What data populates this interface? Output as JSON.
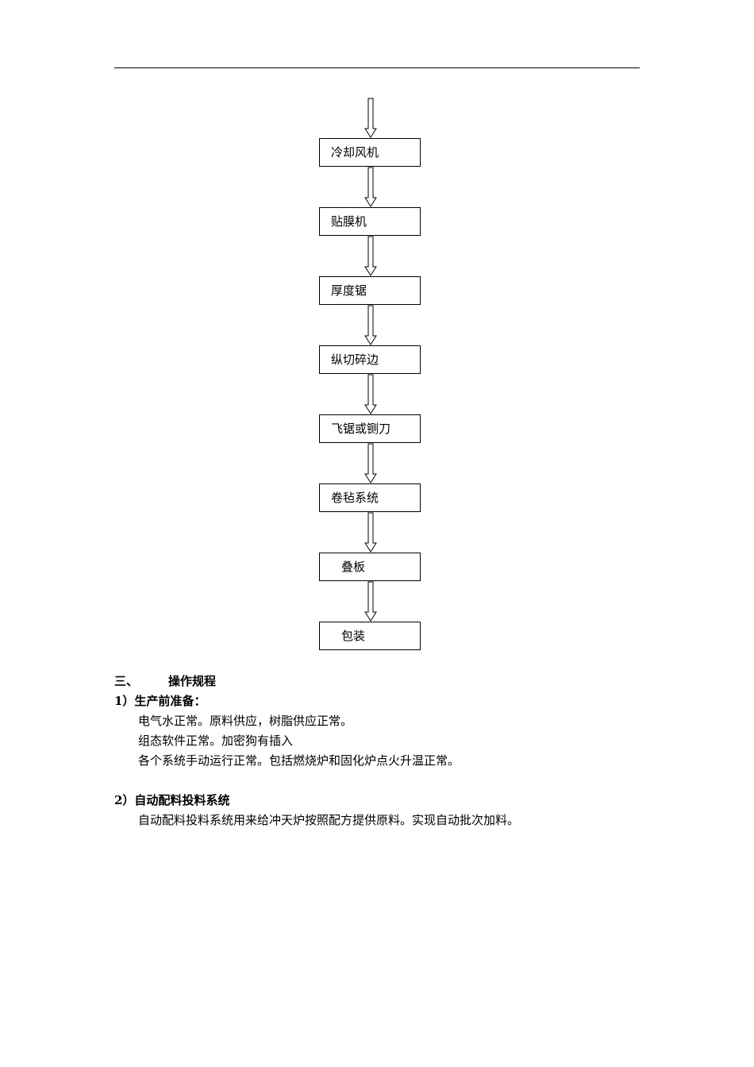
{
  "flowchart": {
    "steps": [
      "冷却风机",
      "贴膜机",
      "厚度锯",
      "纵切碎边",
      "飞锯或铡刀",
      "卷毡系统",
      "叠板",
      "包装"
    ]
  },
  "section3": {
    "number": "三、",
    "title": "操作规程"
  },
  "subsection1": {
    "heading": "1）生产前准备：",
    "lines": [
      "电气水正常。原料供应，树脂供应正常。",
      "组态软件正常。加密狗有插入",
      "各个系统手动运行正常。包括燃烧炉和固化炉点火升温正常。"
    ]
  },
  "subsection2": {
    "heading": "2）自动配料投料系统",
    "lines": [
      "自动配料投料系统用来给冲天炉按照配方提供原料。实现自动批次加料。"
    ]
  }
}
